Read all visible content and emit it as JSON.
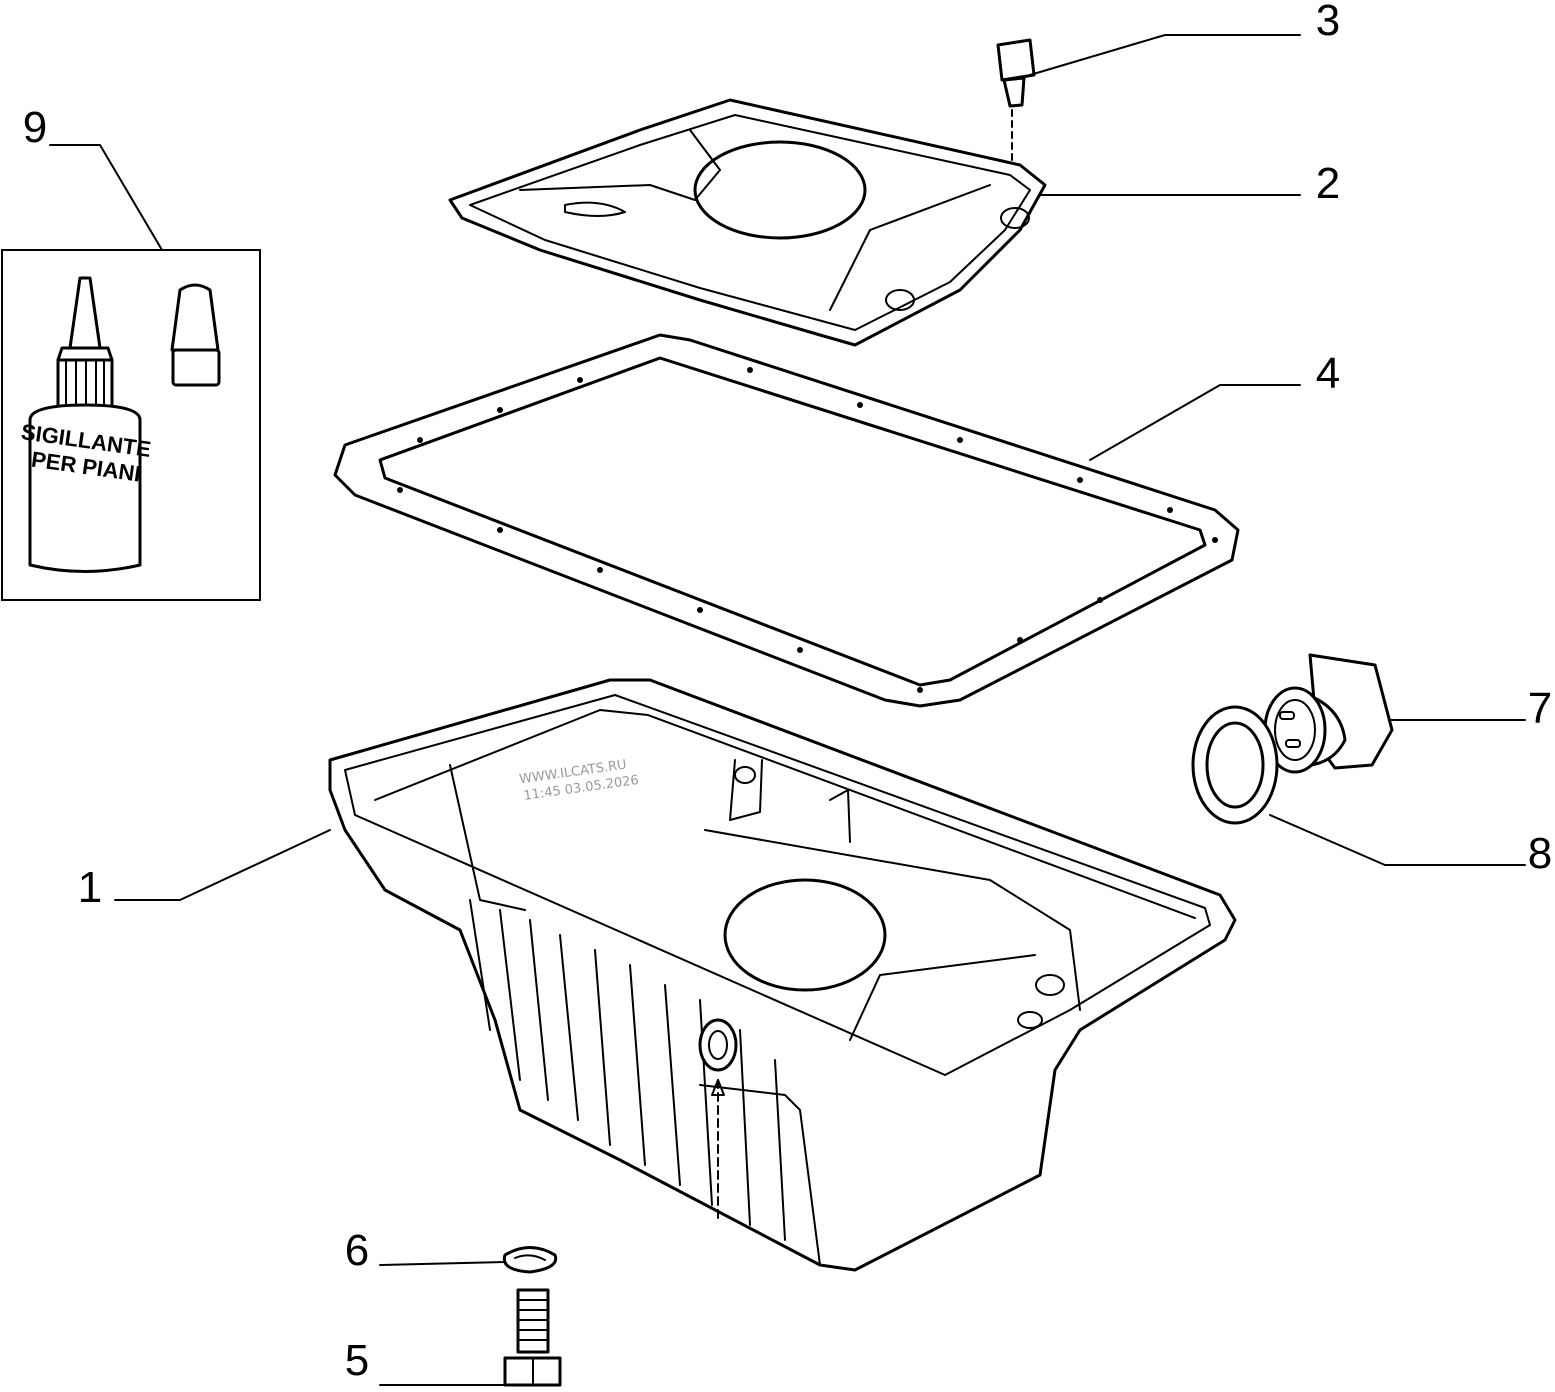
{
  "callouts": [
    {
      "id": "1",
      "label": "1"
    },
    {
      "id": "2",
      "label": "2"
    },
    {
      "id": "3",
      "label": "3"
    },
    {
      "id": "4",
      "label": "4"
    },
    {
      "id": "5",
      "label": "5"
    },
    {
      "id": "6",
      "label": "6"
    },
    {
      "id": "7",
      "label": "7"
    },
    {
      "id": "8",
      "label": "8"
    },
    {
      "id": "9",
      "label": "9"
    }
  ],
  "sealant": {
    "line1": "SIGILLANTE",
    "line2": "PER PIANI"
  },
  "watermark": {
    "line1": "WWW.ILCATS.RU",
    "line2": "11:45 03.05.2026"
  }
}
